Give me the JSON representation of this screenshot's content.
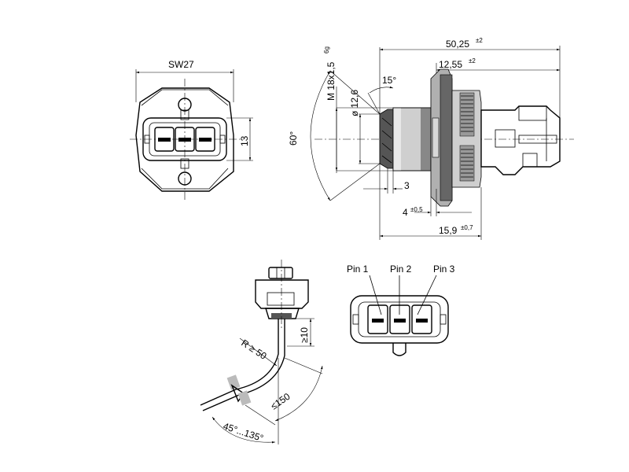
{
  "front_view": {
    "wrench_size": "SW27",
    "connector_height": "13"
  },
  "side_view": {
    "overall_length": "50,25",
    "overall_length_tol": "±2",
    "connector_length": "12,55",
    "connector_length_tol": "±2",
    "thread_spec": "M 18x1,5",
    "thread_tol": "6g",
    "diameter": "ø 12,6",
    "chamfer_angle": "15°",
    "swivel_angle": "60°",
    "step": "3",
    "seal_offset": "4",
    "seal_offset_tol": "±0,5",
    "body_length": "15,9",
    "body_length_tol": "±0,7"
  },
  "cable_view": {
    "bend_radius": "R ≥ 50",
    "min_straight": "≥10",
    "cable_length": "≤150",
    "bend_angle": "45°...135°"
  },
  "pinout": {
    "pins": [
      "Pin 1",
      "Pin 2",
      "Pin 3"
    ]
  }
}
